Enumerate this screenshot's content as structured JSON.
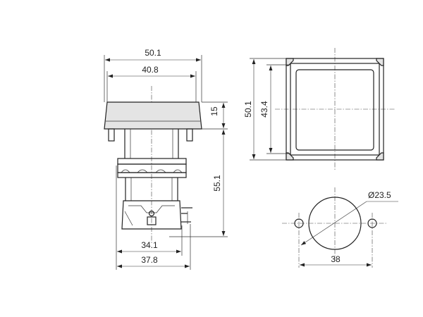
{
  "dimensions": {
    "overall_width": "50.1",
    "bezel_width": "40.8",
    "bezel_height": "15",
    "body_height": "55.1",
    "inner_width": "34.1",
    "base_width": "37.8",
    "front_height": "50.1",
    "front_inner": "43.4",
    "hole_diameter": "Ø23.5",
    "hole_spacing": "38"
  }
}
